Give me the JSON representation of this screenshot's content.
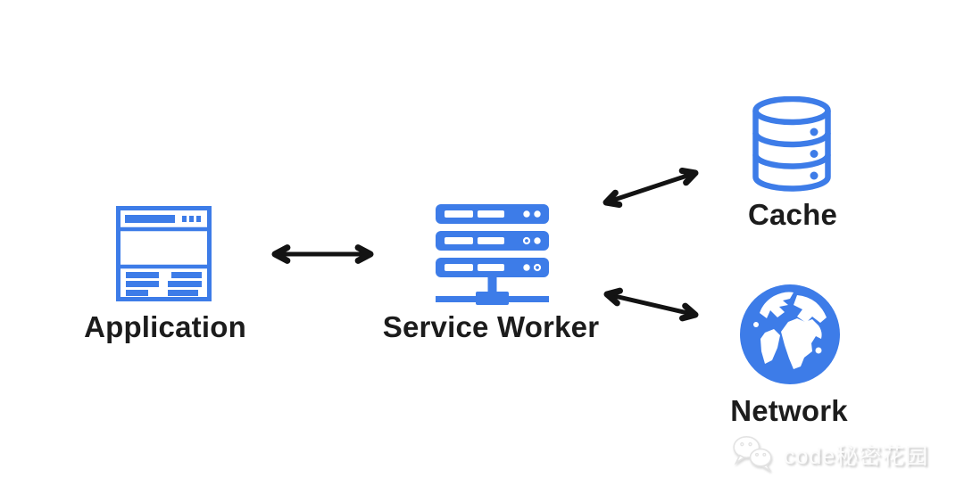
{
  "diagram": {
    "nodes": {
      "application": {
        "label": "Application",
        "icon": "browser-window-icon"
      },
      "service_worker": {
        "label": "Service Worker",
        "icon": "server-stack-icon"
      },
      "cache": {
        "label": "Cache",
        "icon": "database-icon"
      },
      "network": {
        "label": "Network",
        "icon": "globe-icon"
      }
    },
    "edges": [
      {
        "from": "Application",
        "to": "Service Worker",
        "style": "double-headed-arrow"
      },
      {
        "from": "Service Worker",
        "to": "Cache",
        "style": "double-headed-arrow"
      },
      {
        "from": "Service Worker",
        "to": "Network",
        "style": "double-headed-arrow"
      }
    ],
    "colors": {
      "icon_blue": "#3d7ce8",
      "arrow_black": "#131313",
      "label_black": "#1c1c1c",
      "background": "#ffffff"
    }
  },
  "watermark": {
    "icon": "wechat-icon",
    "text": "code秘密花园"
  }
}
